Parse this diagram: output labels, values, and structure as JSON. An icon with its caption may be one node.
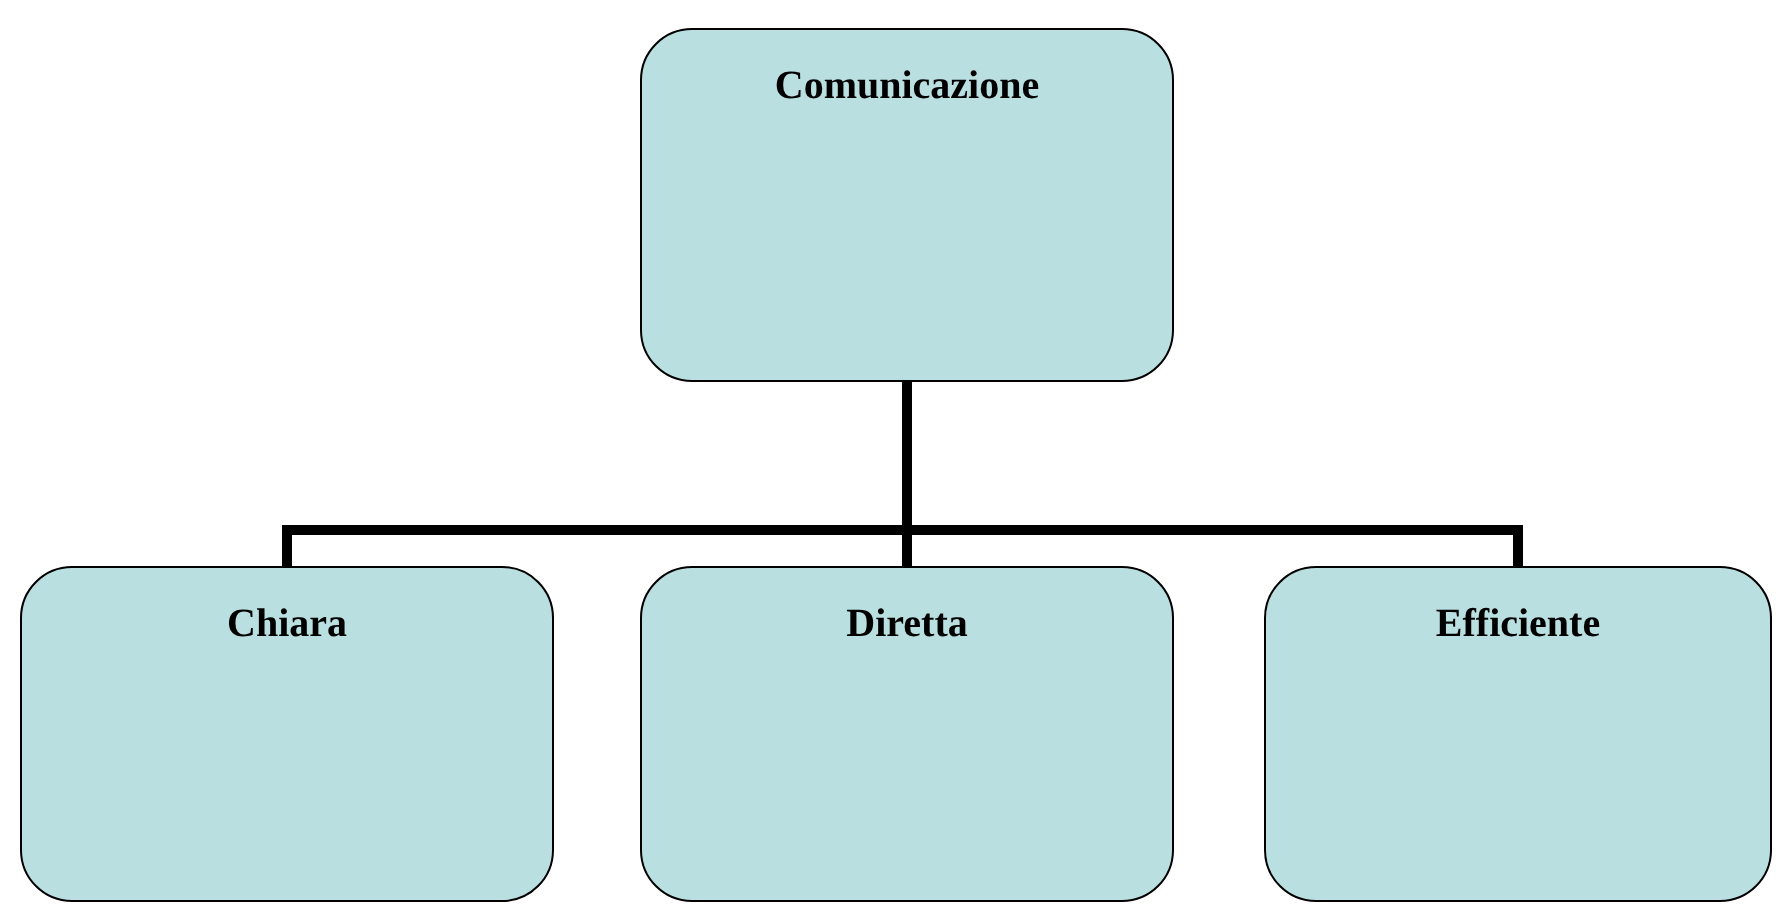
{
  "diagram": {
    "nodes": [
      {
        "text": [
          "Comunicazione"
        ]
      },
      {
        "text": [
          "Chiara"
        ]
      },
      {
        "text": [
          "Diretta"
        ]
      },
      {
        "text": [
          "Efficiente"
        ]
      }
    ],
    "edges": [
      {
        "from": 0,
        "to": 1,
        "arrow": "none"
      },
      {
        "from": 0,
        "to": 2,
        "arrow": "none"
      },
      {
        "from": 0,
        "to": 3,
        "arrow": "none"
      }
    ]
  }
}
